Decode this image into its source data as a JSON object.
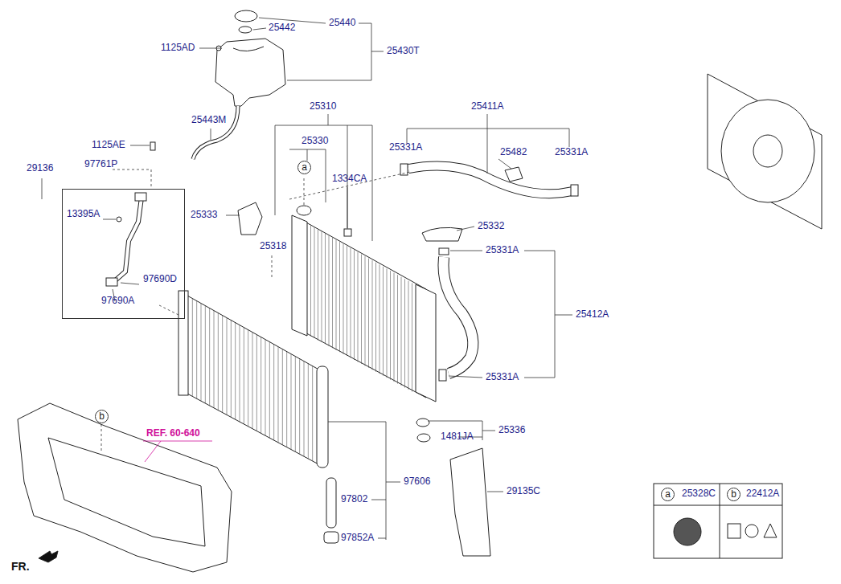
{
  "diagram": {
    "nodes": [
      {
        "text": [
          "97761P",
          "13395A",
          "97690D",
          "97690A"
        ]
      }
    ],
    "labels": [
      "25440",
      "25442",
      "1125AD",
      "25430T",
      "25310",
      "25411A",
      "25443M",
      "25330",
      "1125AE",
      "25331A",
      "25482",
      "25331A",
      "a",
      "29136",
      "1334CA",
      "25333",
      "25332",
      "25318",
      "25331A",
      "25412A",
      "25331A",
      "b",
      "25336",
      "REF. 60-640",
      "1481JA",
      "97606",
      "29135C",
      "97802",
      "97852A",
      "FR.",
      "a",
      "25328C",
      "b",
      "22412A"
    ]
  }
}
